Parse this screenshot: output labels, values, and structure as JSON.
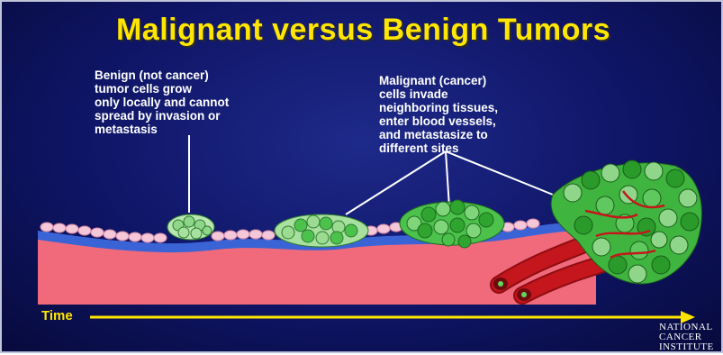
{
  "title": "Malignant versus Benign Tumors",
  "benign_label": "Benign (not cancer)\ntumor cells grow\nonly locally and cannot\nspread by invasion or\nmetastasis",
  "malignant_label": "Malignant (cancer)\ncells invade\nneighboring tissues,\nenter blood vessels,\nand metastasize to\ndifferent sites",
  "time_label": "Time",
  "logo": [
    "NATIONAL",
    "CANCER",
    "INSTITUTE"
  ],
  "colors": {
    "title": "#ffe600",
    "background": "#0f1566",
    "tissue": "#f06a7c",
    "membrane": "#3a63d6",
    "cell_green": "#4cc24c",
    "vessel": "#c4161c",
    "time_arrow": "#ffe600"
  }
}
